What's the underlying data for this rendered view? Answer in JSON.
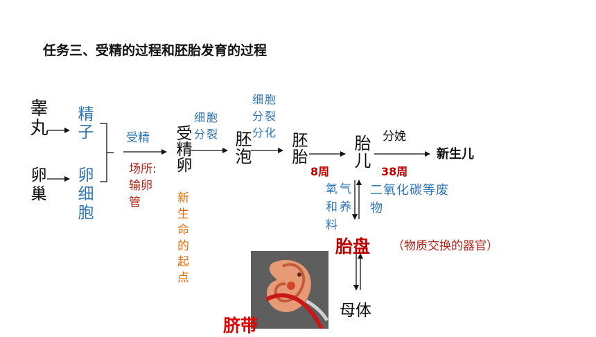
{
  "title": "任务三、受精的过程和胚胎发育的过程",
  "nodes": {
    "testis": "睾丸",
    "sperm": "精子",
    "ovary": "卵巢",
    "egg": "卵细胞",
    "zygote": "受精卵",
    "blastocyst": "胚泡",
    "embryo": "胚胎",
    "fetus": "胎儿",
    "newborn": "新生儿",
    "placenta": "胎盘",
    "mother": "母体"
  },
  "labels": {
    "fertilization": "受精",
    "site": "场所:输卵管",
    "life_start": "新生命的起点",
    "division_1": "细胞分裂",
    "division_2": "细胞分裂分化",
    "week_8": "8周",
    "week_38": "38周",
    "birth": "分娩",
    "oxygen": "氧气和养料",
    "waste": "二氧化碳等废物",
    "placenta_note": "（物质交换的器官）",
    "umbilical": "脐带"
  },
  "colors": {
    "node": "#111111",
    "process": "#2e75b6",
    "site": "#b02418",
    "life_start": "#e46c0a",
    "accent": "#c00000"
  }
}
